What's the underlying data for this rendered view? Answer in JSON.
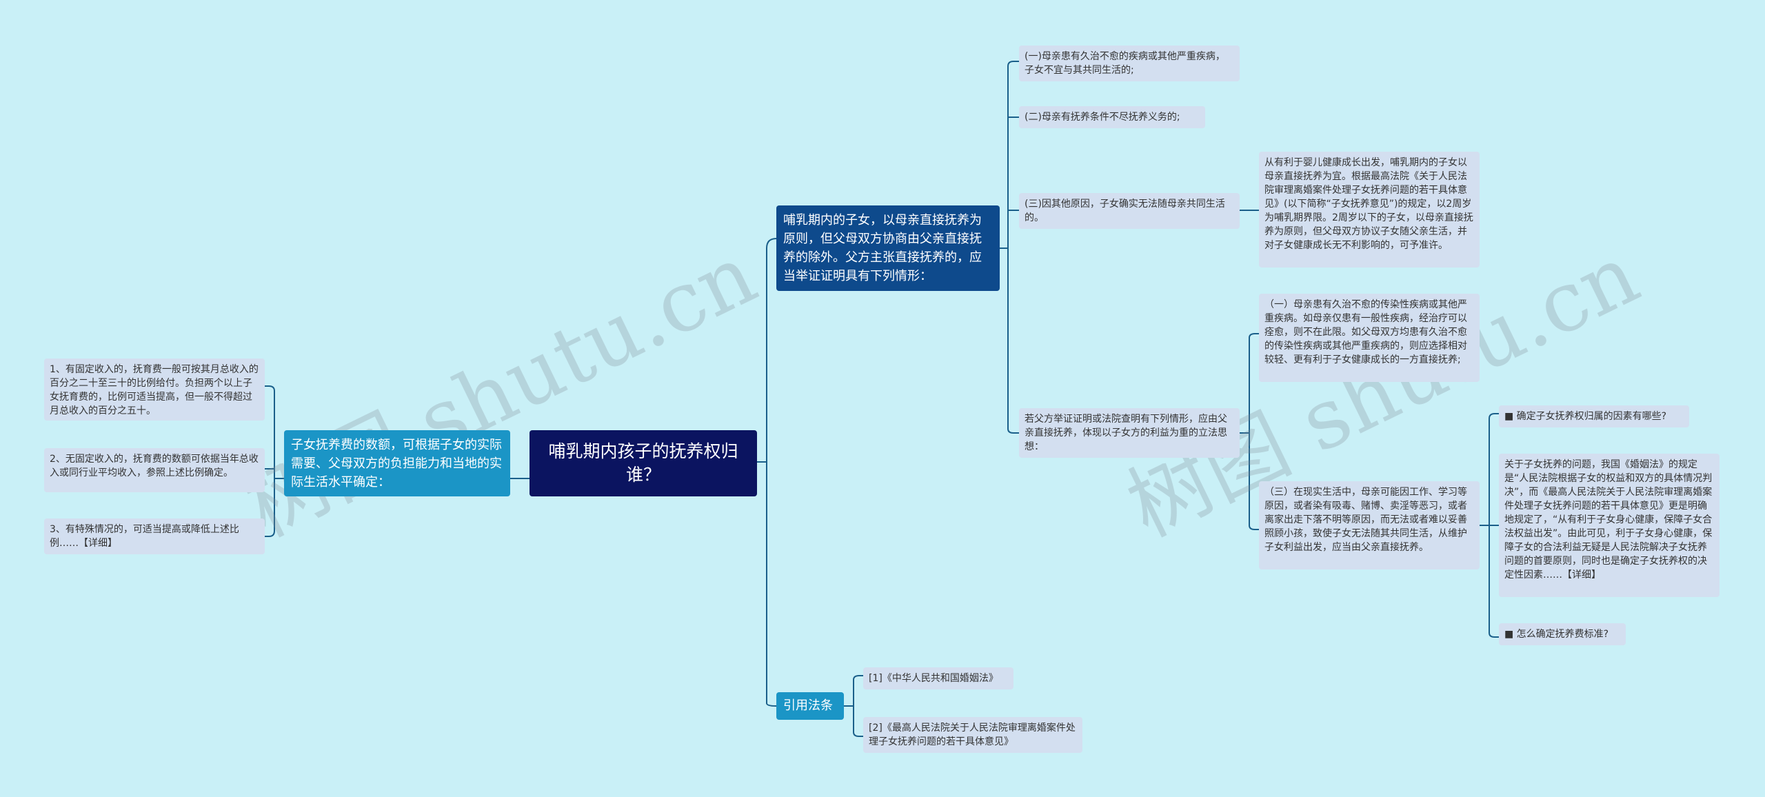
{
  "root": "哺乳期内孩子的抚养权归谁？",
  "left_branch": {
    "label": "子女抚养费的数额，可根据子女的实际需要、父母双方的负担能力和当地的实际生活水平确定：",
    "items": [
      "1、有固定收入的，抚育费一般可按其月总收入的百分之二十至三十的比例给付。负担两个以上子女抚育费的，比例可适当提高，但一般不得超过月总收入的百分之五十。",
      "2、无固定收入的，抚育费的数额可依据当年总收入或同行业平均收入，参照上述比例确定。",
      "3、有特殊情况的，可适当提高或降低上述比例……【详细】"
    ]
  },
  "right_branch_1": {
    "label": "哺乳期内的子女，以母亲直接抚养为原则，但父母双方协商由父亲直接抚养的除外。父方主张直接抚养的，应当举证证明具有下列情形：",
    "items": [
      "(一)母亲患有久治不愈的疾病或其他严重疾病，子女不宜与其共同生活的;",
      "(二)母亲有抚养条件不尽抚养义务的;",
      "(三)因其他原因，子女确实无法随母亲共同生活的。",
      "若父方举证证明或法院查明有下列情形，应由父亲直接抚养，体现以子女方的利益为重的立法思想："
    ],
    "detail_3": "从有利于婴儿健康成长出发，哺乳期内的子女以母亲直接抚养为宜。根据最高法院《关于人民法院审理离婚案件处理子女抚养问题的若干具体意见》(以下简称“子女抚养意见”)的规定，以2周岁为哺乳期界限。2周岁以下的子女，以母亲直接抚养为原则，但父母双方协议子女随父亲生活，并对子女健康成长无不利影响的，可予准许。",
    "detail_4a": "（一）母亲患有久治不愈的传染性疾病或其他严重疾病。如母亲仅患有一般性疾病，经治疗可以痊愈，则不在此限。如父母双方均患有久治不愈的传染性疾病或其他严重疾病的，则应选择相对较轻、更有利于子女健康成长的一方直接抚养;",
    "detail_4b": "（三）在现实生活中，母亲可能因工作、学习等原因，或者染有吸毒、赌博、卖淫等恶习，或者离家出走下落不明等原因，而无法或者难以妥善照顾小孩，致使子女无法随其共同生活，从维护子女利益出发，应当由父亲直接抚养。",
    "sub_items": [
      "■ 确定子女抚养权归属的因素有哪些?",
      "关于子女抚养的问题，我国《婚姻法》的规定是“人民法院根据子女的权益和双方的具体情况判决”，而《最高人民法院关于人民法院审理离婚案件处理子女抚养问题的若干具体意见》更是明确地规定了，“从有利于子女身心健康，保障子女合法权益出发”。由此可见，利于子女身心健康，保障子女的合法利益无疑是人民法院解决子女抚养问题的首要原则，同时也是确定子女抚养权的决定性因素……【详细】",
      "■ 怎么确定抚养费标准?"
    ]
  },
  "right_branch_2": {
    "label": "引用法条",
    "items": [
      "[1]《中华人民共和国婚姻法》",
      "[2]《最高人民法院关于人民法院审理离婚案件处理子女抚养问题的若干具体意见》"
    ]
  },
  "watermark": [
    "树图 shutu.cn",
    "树图 shutu.cn"
  ],
  "colors": {
    "background": "#c9f0f7",
    "root": "#0b1460",
    "mid_dark": "#0e4a8c",
    "mid_light": "#1b95c6",
    "leaf": "#d3dff0",
    "line": "#1a5f8a"
  }
}
